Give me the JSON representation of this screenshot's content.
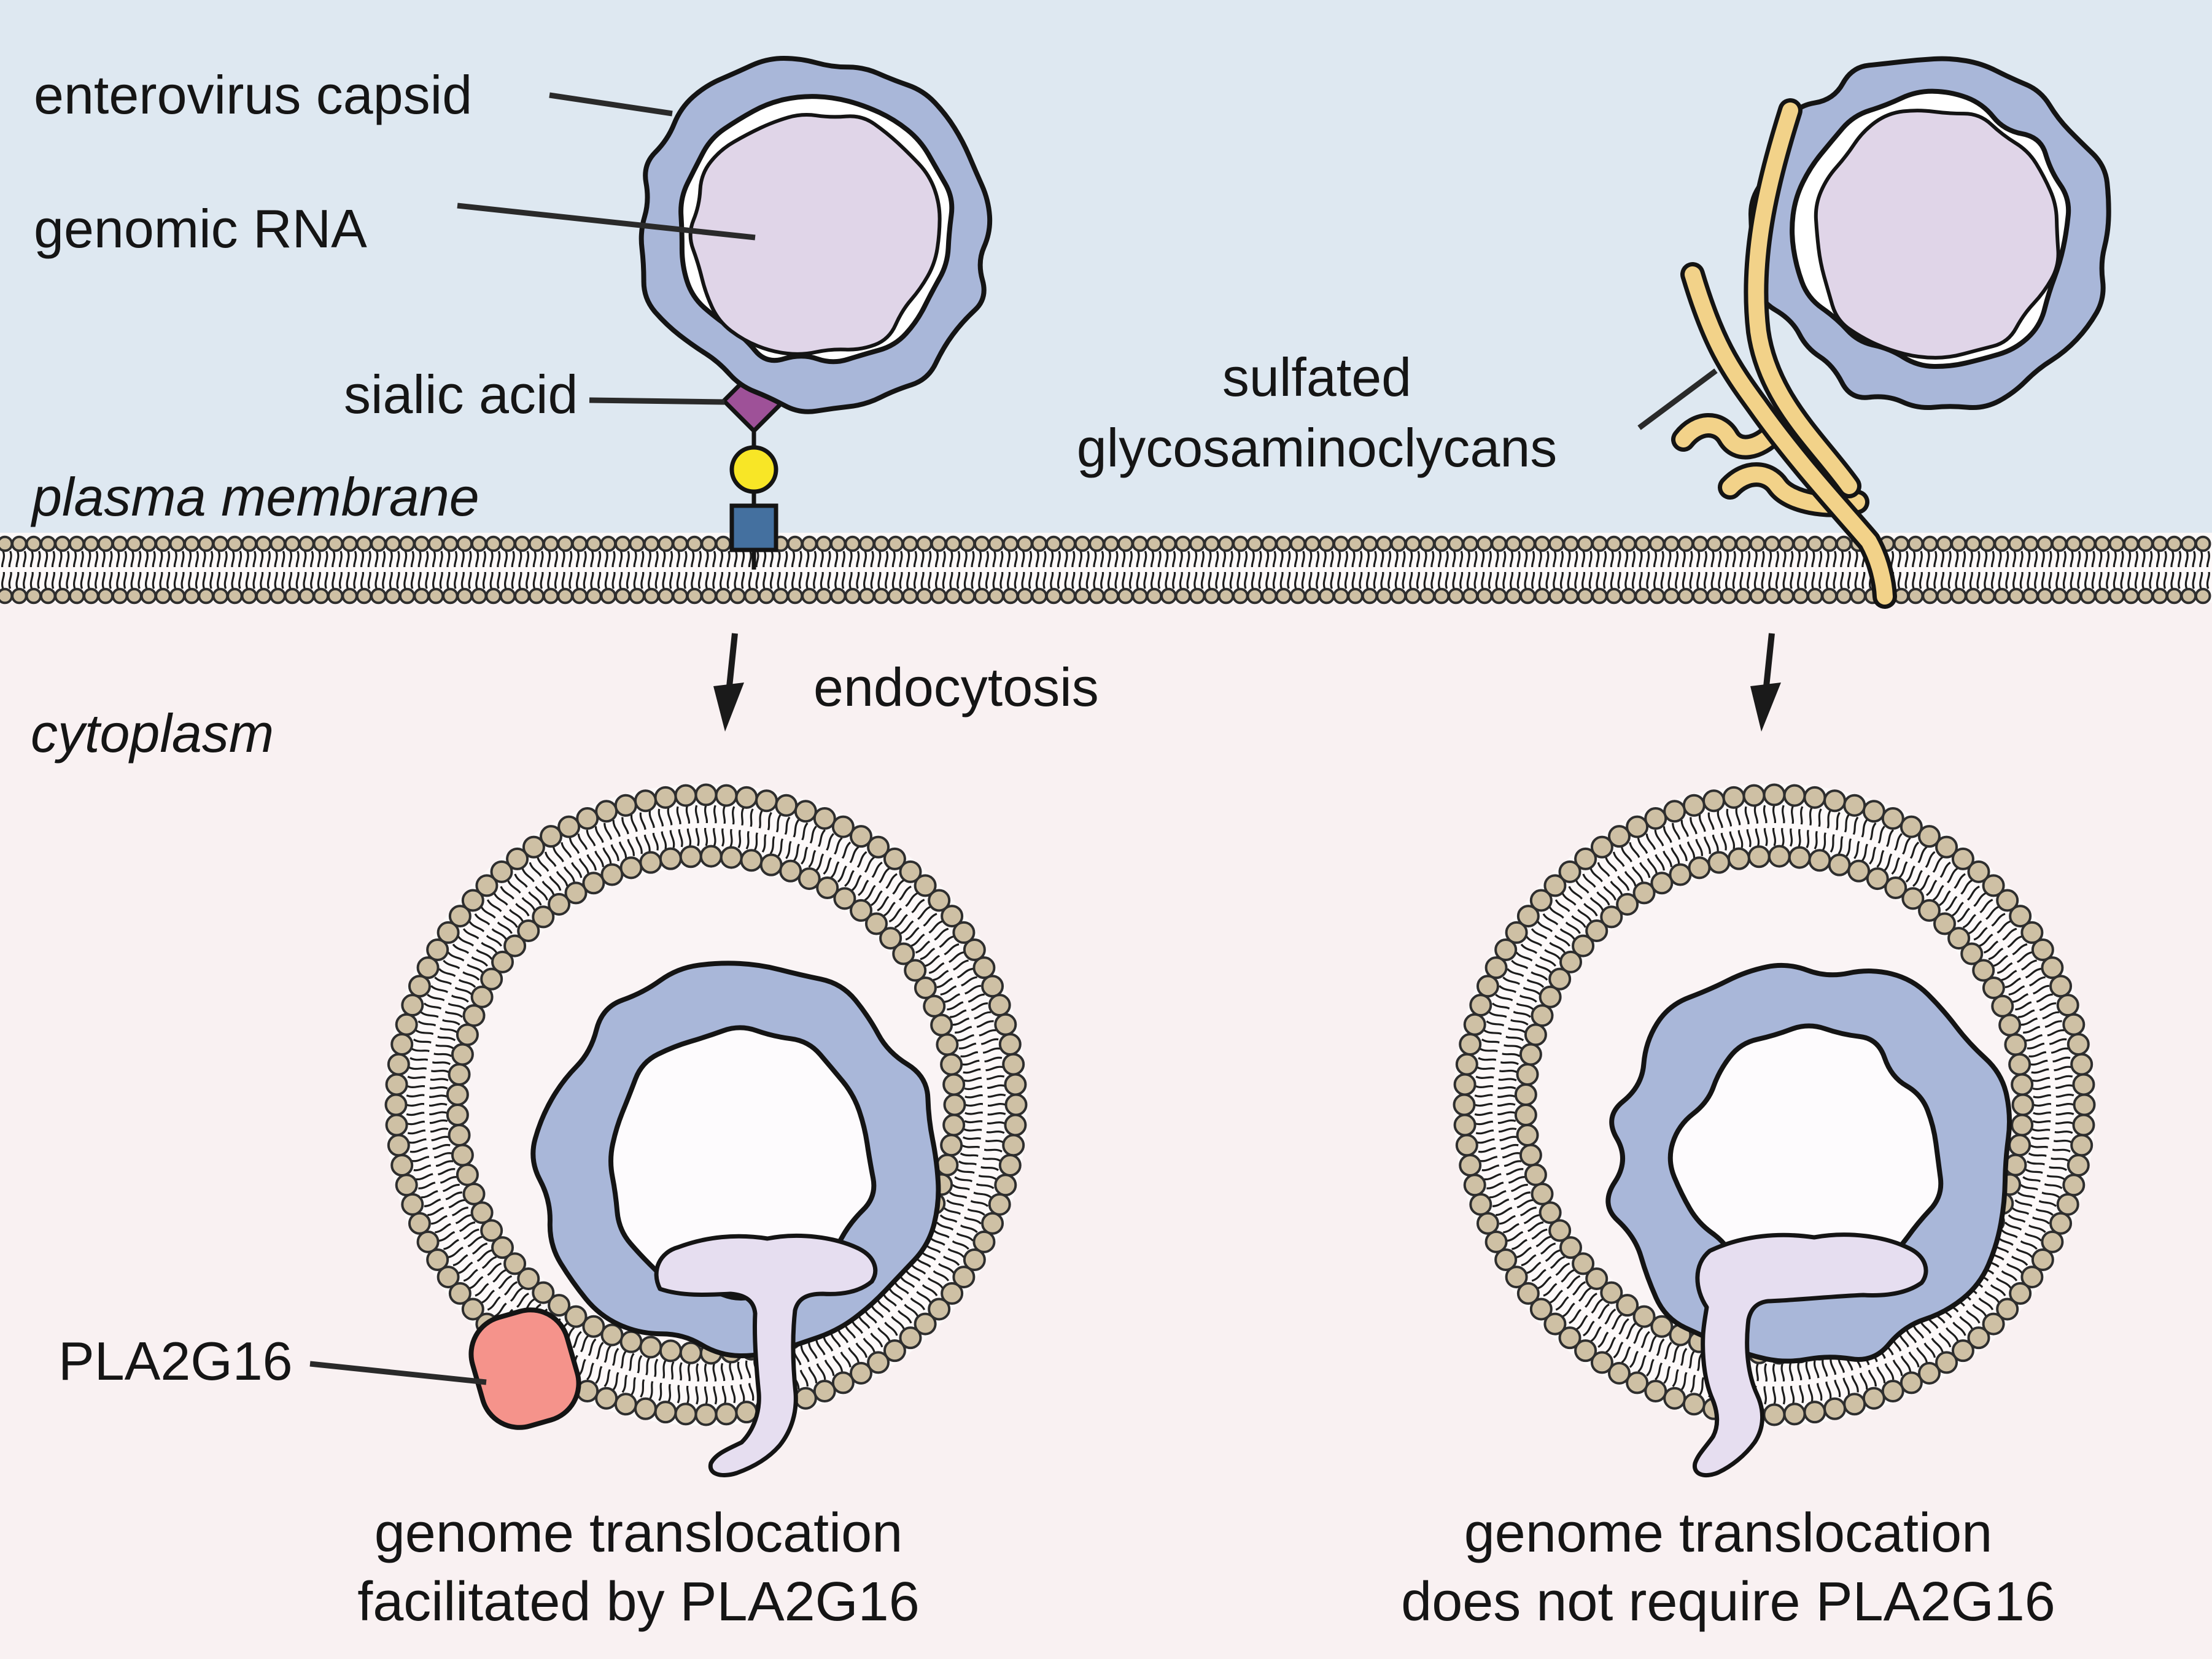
{
  "figure": {
    "labels": {
      "enterovirus_capsid": "enterovirus capsid",
      "genomic_rna": "genomic RNA",
      "sialic_acid": "sialic acid",
      "plasma_membrane": "plasma membrane",
      "cytoplasm": "cytoplasm",
      "sulfated_gag_line1": "sulfated",
      "sulfated_gag_line2": "glycosaminoclycans",
      "endocytosis": "endocytosis",
      "pla2g16": "PLA2G16"
    },
    "captions": {
      "left_line1": "genome translocation",
      "left_line2": "facilitated by PLA2G16",
      "right_line1": "genome translocation",
      "right_line2": "does not require PLA2G16"
    },
    "colors": {
      "bg_top": "#dee8f1",
      "bg_bottom": "#f9f1f2",
      "membrane_bg": "#fdf9f9",
      "endosome_interior": "#faf4f5",
      "capsid_interior_empty": "#fdfbfd",
      "lipid_head": "#cec0a4",
      "capsid": "#a9b7d9",
      "rna": "#e0d5e8",
      "rna_translocating": "#e6def0",
      "gag": "#f2d289",
      "sialic_diamond": "#9e5198",
      "glycan_circle": "#f8e626",
      "glycan_square": "#44709f",
      "pla2g16": "#f5938b",
      "outline": "#141414",
      "leader_line": "#2a2a2a"
    }
  }
}
